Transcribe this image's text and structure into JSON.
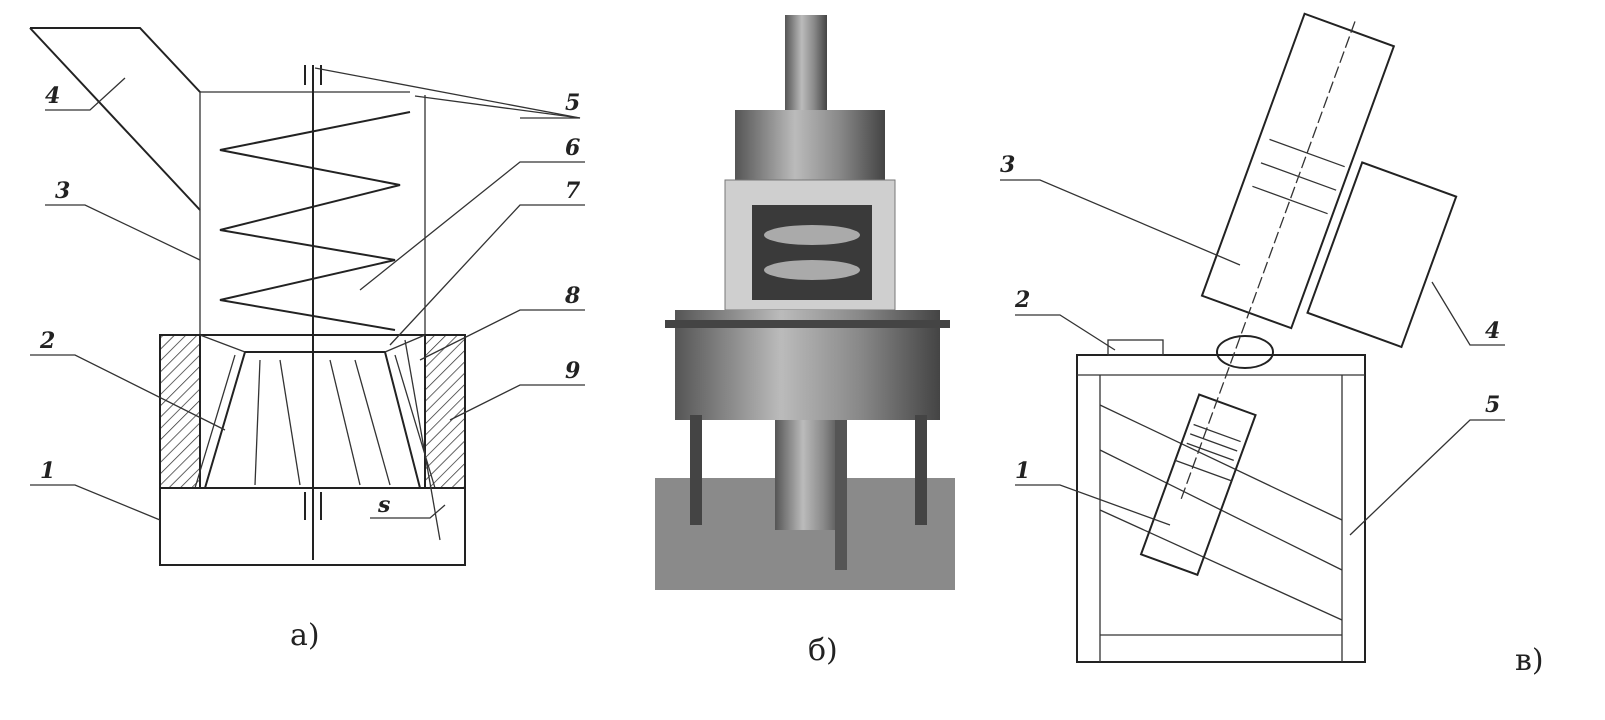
{
  "panel_a": {
    "caption": "а)",
    "labels": [
      "1",
      "2",
      "3",
      "4",
      "5",
      "6",
      "7",
      "8",
      "9",
      "s"
    ]
  },
  "panel_b": {
    "caption": "б)"
  },
  "panel_c": {
    "caption": "в)",
    "labels": [
      "1",
      "2",
      "3",
      "4",
      "5"
    ]
  }
}
